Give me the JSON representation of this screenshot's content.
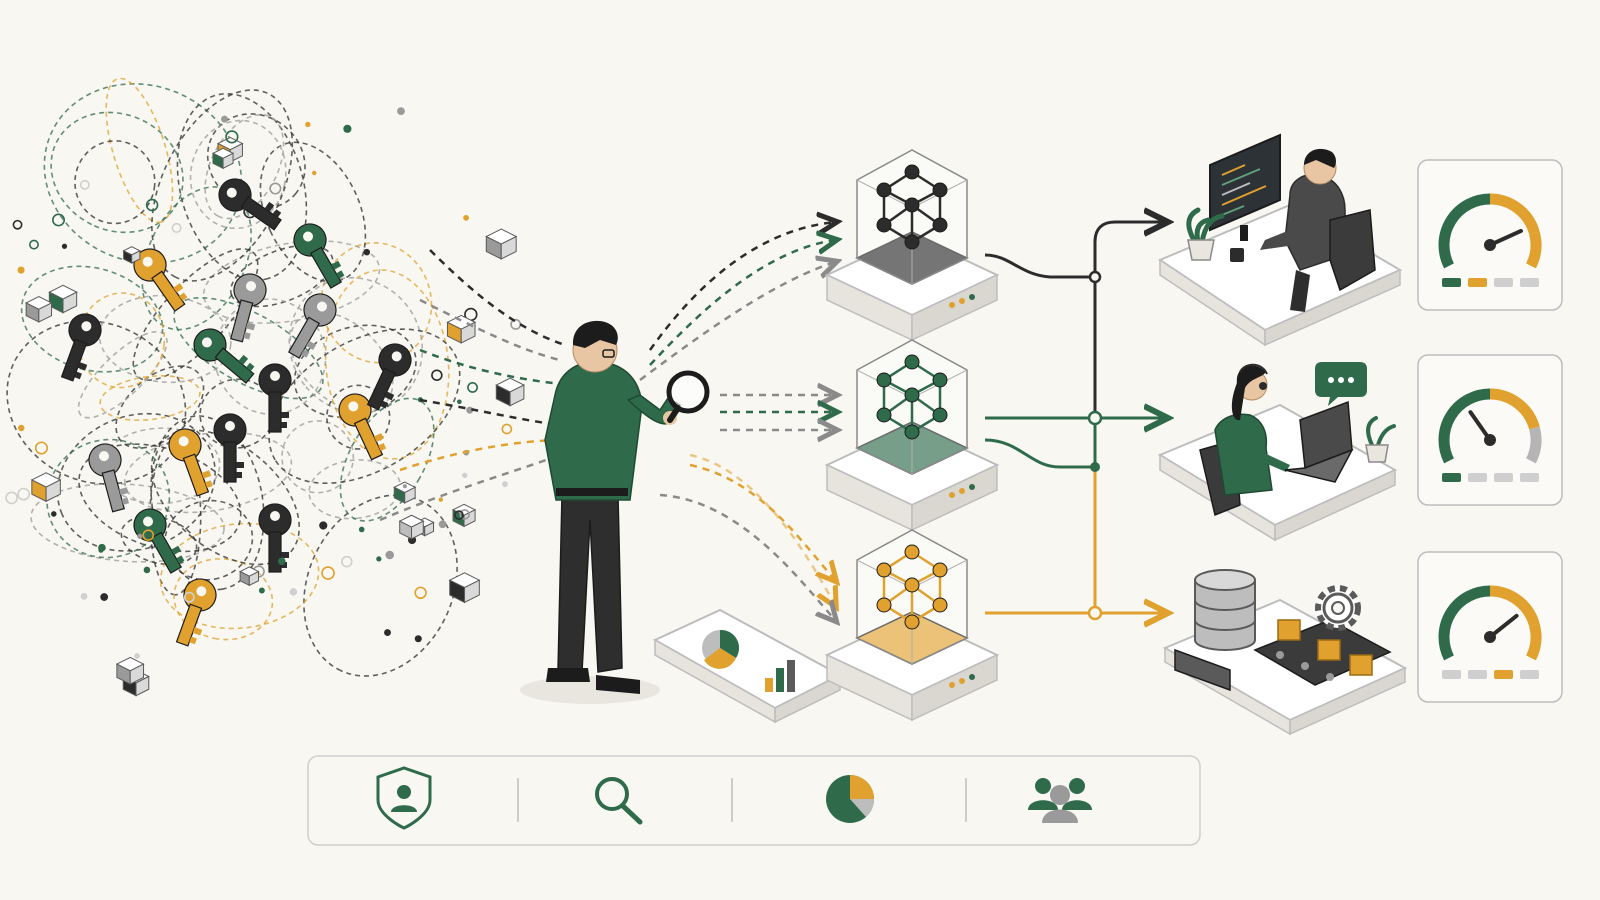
{
  "colors": {
    "background": "#f8f7f2",
    "green": "#2f6b4b",
    "gold": "#e0a12e",
    "dark": "#2c2c2c",
    "gray": "#9a9a9a",
    "panel_border": "#cfcfcf"
  },
  "left_cluster": {
    "kind": "tangle-of-keys-and-cubes",
    "key_colors": [
      "dark",
      "gold",
      "green",
      "gray"
    ]
  },
  "analyst": {
    "tool": "magnifier-icon",
    "shirt_color": "green"
  },
  "model_stacks": [
    {
      "id": "stack-dark",
      "node_color": "dark",
      "flow_style": "dashed-dark"
    },
    {
      "id": "stack-green",
      "node_color": "green",
      "flow_style": "dashed-green"
    },
    {
      "id": "stack-gold",
      "node_color": "gold",
      "flow_style": "dashed-gold"
    }
  ],
  "destinations": [
    {
      "id": "developer-workstation",
      "line_color": "dark"
    },
    {
      "id": "support-agent-desk",
      "line_color": "green",
      "badge": "chat-bubble-icon"
    },
    {
      "id": "data-pipeline",
      "line_color": "gold"
    }
  ],
  "gauges": [
    {
      "id": "gauge-developer",
      "needle_level": 0.78,
      "indicator_active": 1,
      "indicator_colors": [
        "green",
        "gold",
        "light",
        "light"
      ]
    },
    {
      "id": "gauge-support",
      "needle_level": 0.35,
      "indicator_active": 1,
      "indicator_colors": [
        "green",
        "light",
        "light",
        "light"
      ]
    },
    {
      "id": "gauge-pipeline",
      "needle_level": 0.72,
      "indicator_active": 1,
      "indicator_colors": [
        "light",
        "light",
        "gold",
        "light"
      ]
    }
  ],
  "toolbar": {
    "icons": [
      "shield-user-icon",
      "search-icon",
      "pie-chart-icon",
      "team-icon"
    ]
  }
}
